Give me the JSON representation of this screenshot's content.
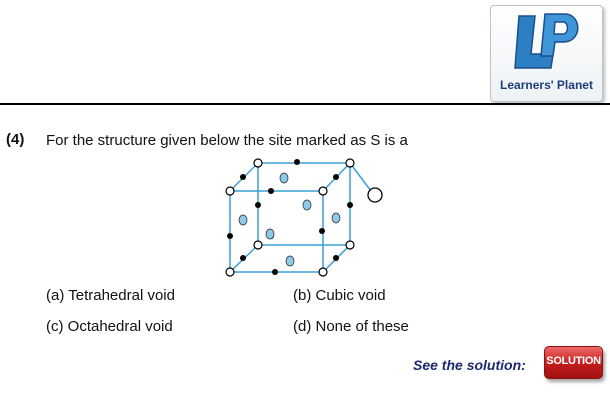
{
  "logo": {
    "text": "Learners' Planet",
    "icon": "lp-logo-icon"
  },
  "question": {
    "number": "(4)",
    "text": "For the structure given below the site marked as S is a"
  },
  "options": {
    "a": "(a) Tetrahedral void",
    "b": "(b) Cubic void",
    "c": "(c) Octahedral void",
    "d": "(d) None of these"
  },
  "footer": {
    "see_solution": "See the solution:",
    "solution_button": "SOLUTION"
  },
  "colors": {
    "cube_edge": "#3aa0d6",
    "void_fill": "#8ec9ea",
    "logo_blue": "#1c3f7a",
    "button_red": "#c21b1b"
  }
}
